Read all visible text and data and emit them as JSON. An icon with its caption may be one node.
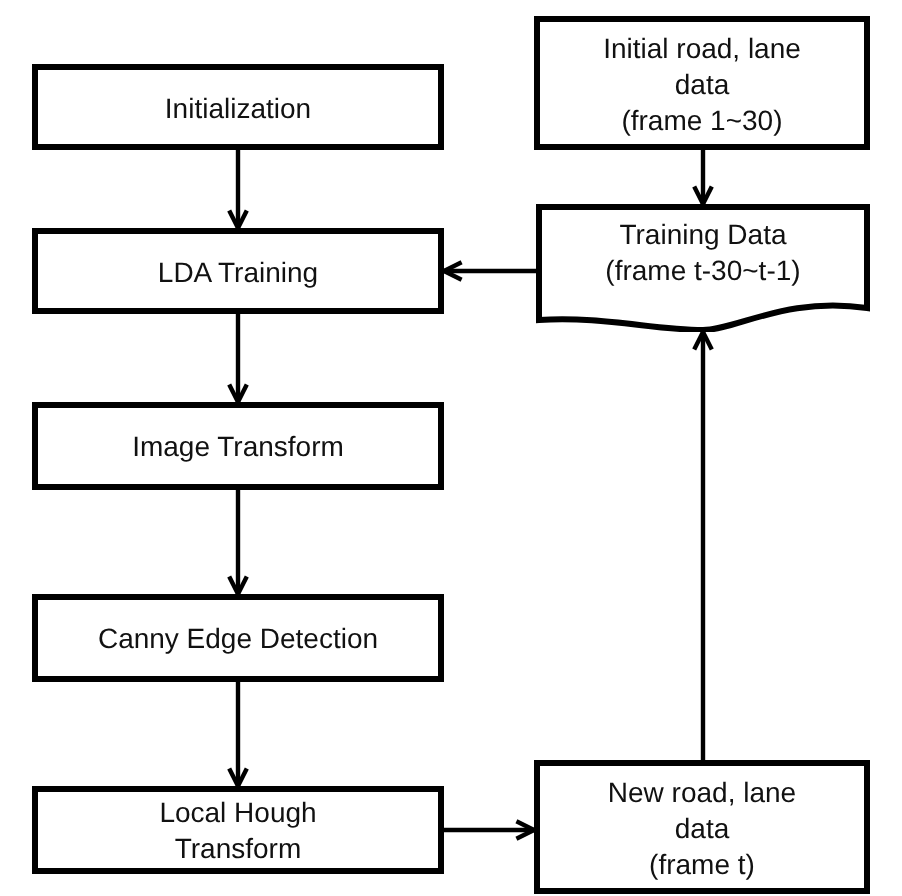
{
  "diagram": {
    "nodes": [
      {
        "text": [
          "Initialization"
        ]
      },
      {
        "text": [
          "LDA Training"
        ]
      },
      {
        "text": [
          "Image Transform"
        ]
      },
      {
        "text": [
          "Canny Edge Detection"
        ]
      },
      {
        "text": [
          "Local Hough Transform"
        ]
      },
      {
        "text": [
          "Initial road, lane data",
          "(frame 1~30)"
        ]
      },
      {
        "text": [
          "Training Data",
          "(frame t-30~t-1)"
        ]
      },
      {
        "text": [
          "New road, lane data",
          "(frame t)"
        ]
      }
    ],
    "edges": [
      {
        "from": 0,
        "to": 1,
        "arrow": "to"
      },
      {
        "from": 1,
        "to": 2,
        "arrow": "to"
      },
      {
        "from": 2,
        "to": 3,
        "arrow": "to"
      },
      {
        "from": 3,
        "to": 4,
        "arrow": "to"
      },
      {
        "from": 4,
        "to": 7,
        "arrow": "to"
      },
      {
        "from": 7,
        "to": 6,
        "arrow": "to"
      },
      {
        "from": 5,
        "to": 6,
        "arrow": "to"
      },
      {
        "from": 6,
        "to": 1,
        "arrow": "to"
      }
    ]
  }
}
